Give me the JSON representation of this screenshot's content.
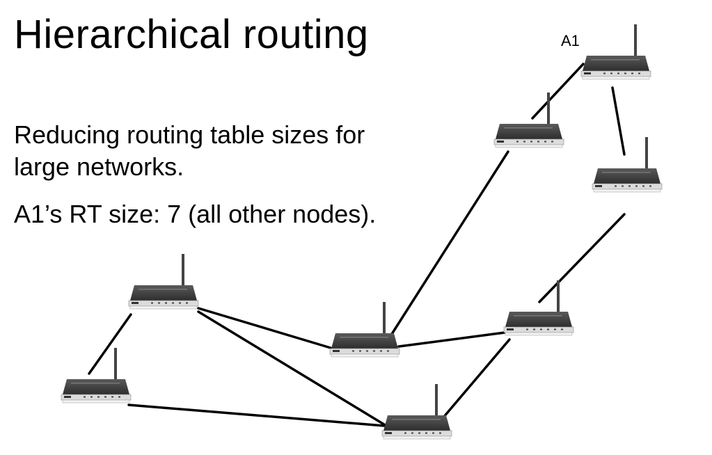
{
  "slide": {
    "title": "Hierarchical routing",
    "bullets": [
      "Reducing routing table sizes for",
      "large networks.",
      "A1’s RT size: 7 (all other nodes)."
    ]
  },
  "network": {
    "node_label": "A1",
    "node_count": 8,
    "nodes": [
      "router-a1",
      "router-2",
      "router-3",
      "router-4",
      "router-5",
      "router-6",
      "router-7",
      "router-8"
    ],
    "links": [
      [
        "router-a1",
        "router-2"
      ],
      [
        "router-a1",
        "router-3"
      ],
      [
        "router-2",
        "router-5"
      ],
      [
        "router-3",
        "router-6"
      ],
      [
        "router-4",
        "router-5"
      ],
      [
        "router-4",
        "router-7"
      ],
      [
        "router-4",
        "router-8"
      ],
      [
        "router-5",
        "router-6"
      ],
      [
        "router-6",
        "router-8"
      ],
      [
        "router-7",
        "router-8"
      ]
    ],
    "colors": {
      "router_body": "#3a3a3a",
      "router_base": "#f2f2f2",
      "link": "#000000"
    }
  }
}
